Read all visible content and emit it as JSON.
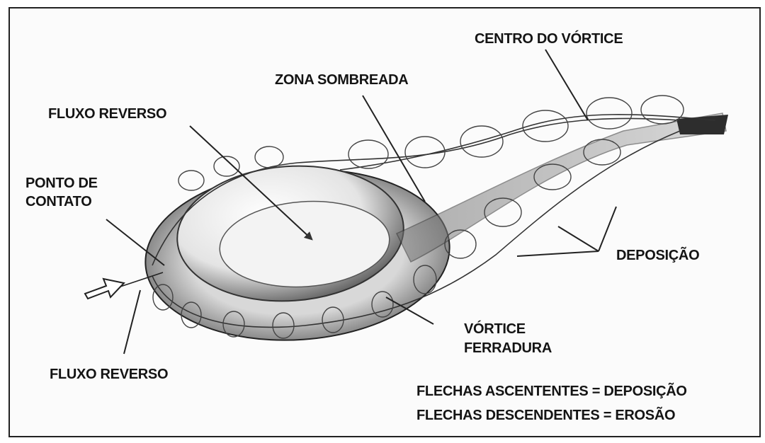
{
  "labels": {
    "centro_vortice": "CENTRO DO VÓRTICE",
    "zona_sombreada": "ZONA SOMBREADA",
    "fluxo_reverso_top": "FLUXO REVERSO",
    "ponto_contato_1": "PONTO DE",
    "ponto_contato_2": "CONTATO",
    "deposicao": "DEPOSIÇÃO",
    "vortice_1": "VÓRTICE",
    "vortice_2": "FERRADURA",
    "fluxo_reverso_bottom": "FLUXO REVERSO",
    "legend_line_1": "FLECHAS ASCENTENTES = DEPOSIÇÃO",
    "legend_line_2": "FLECHAS DESCENDENTES = EROSÃO"
  },
  "colors": {
    "ink": "#141414",
    "frame": "#222222",
    "shade": "#9a9a9a",
    "paper": "#fbfbfb"
  }
}
